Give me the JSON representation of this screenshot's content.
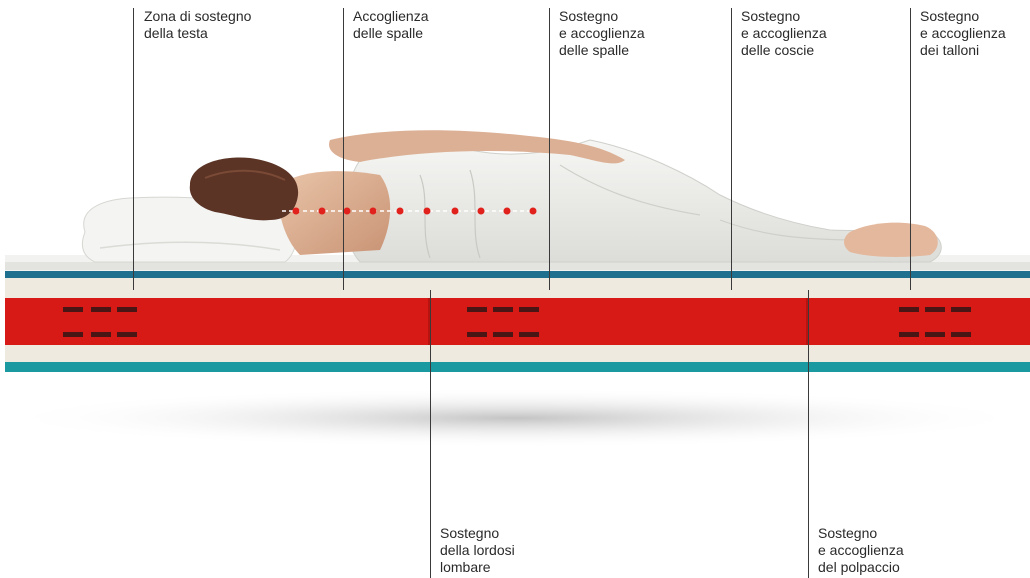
{
  "zones_top": [
    {
      "lines": [
        "Zona di sostegno",
        "della testa"
      ]
    },
    {
      "lines": [
        "Accoglienza",
        "delle spalle"
      ]
    },
    {
      "lines": [
        "Sostegno",
        "e accoglienza",
        "delle spalle"
      ]
    },
    {
      "lines": [
        "Sostegno",
        "e accoglienza",
        "delle coscie"
      ]
    },
    {
      "lines": [
        "Sostegno",
        "e accoglienza",
        "dei talloni"
      ]
    }
  ],
  "zones_bottom": [
    {
      "lines": [
        "Sostegno",
        "della lordosi",
        "lombare"
      ]
    },
    {
      "lines": [
        "Sostegno",
        "e accoglienza",
        "del polpaccio"
      ]
    }
  ],
  "colors": {
    "red_layer": "#d81a17",
    "blue_stripe": "#1f6f8f",
    "teal_base": "#1a9aa0",
    "cream": "#efeadf",
    "spine_dot": "#e0211c"
  }
}
